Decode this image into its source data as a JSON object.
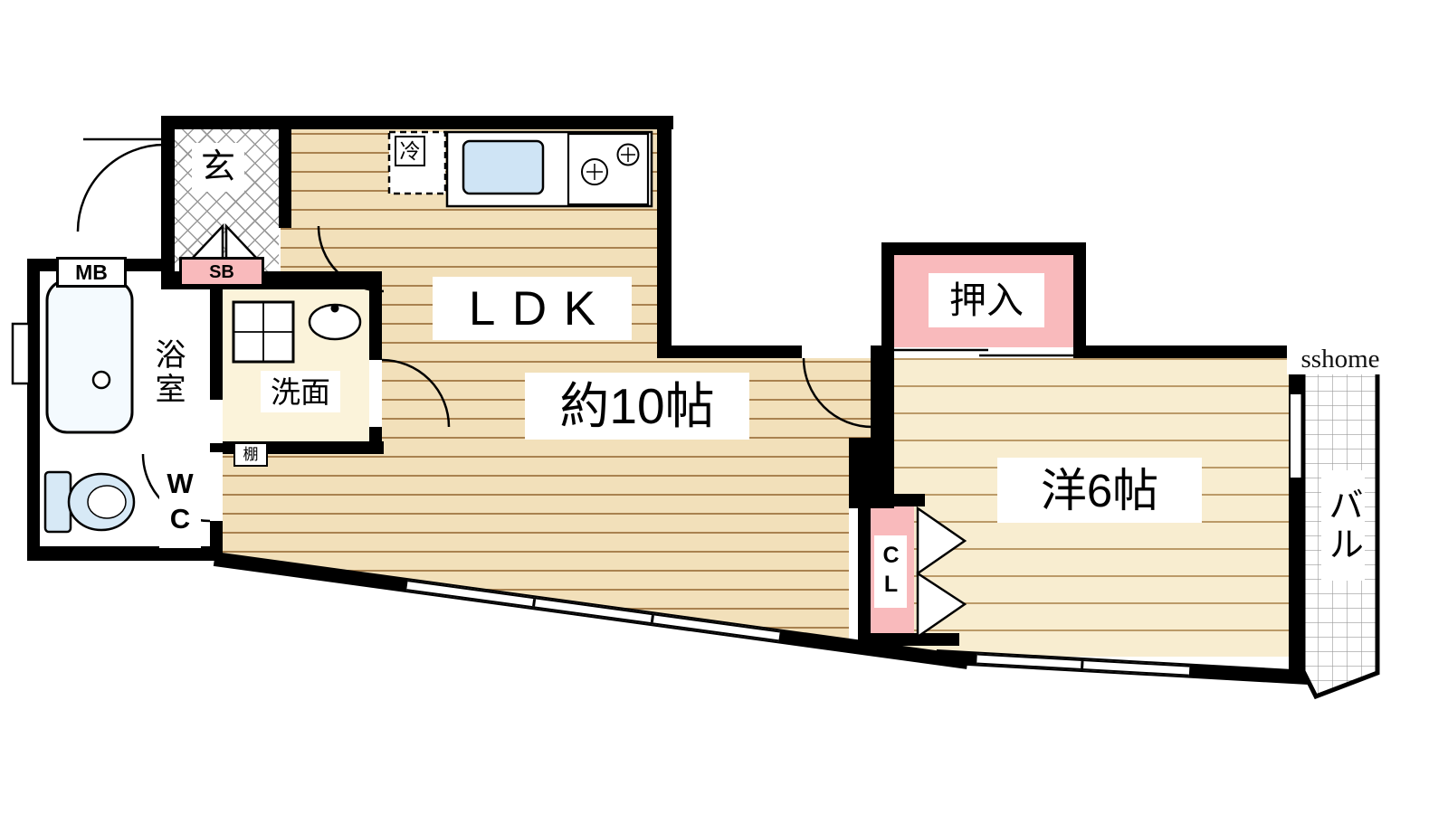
{
  "plan": {
    "type": "floor_plan",
    "labels": {
      "genkan": "玄",
      "mb": "MB",
      "sb": "SB",
      "bath": "浴室",
      "washroom": "洗面",
      "shelf": "棚",
      "wc": "WC",
      "fridge": "冷",
      "ldk": "LDK",
      "ldk_size": "約10帖",
      "oshiire": "押入",
      "western": "洋6帖",
      "cl": "CL",
      "balcony": "バル",
      "watermark": "sshome"
    },
    "colors": {
      "wall": "#000000",
      "ldk_floor": "#f2e0ba",
      "ldk_line": "#a98250",
      "west_floor": "#f8edd0",
      "west_line": "#bb9a68",
      "closet_pink": "#f9babc",
      "washroom_cream": "#fbf3da",
      "fixture_blue": "#d7e9f6",
      "sink_blue": "#cfe4f5",
      "tile_line": "#9a9a9a"
    }
  }
}
